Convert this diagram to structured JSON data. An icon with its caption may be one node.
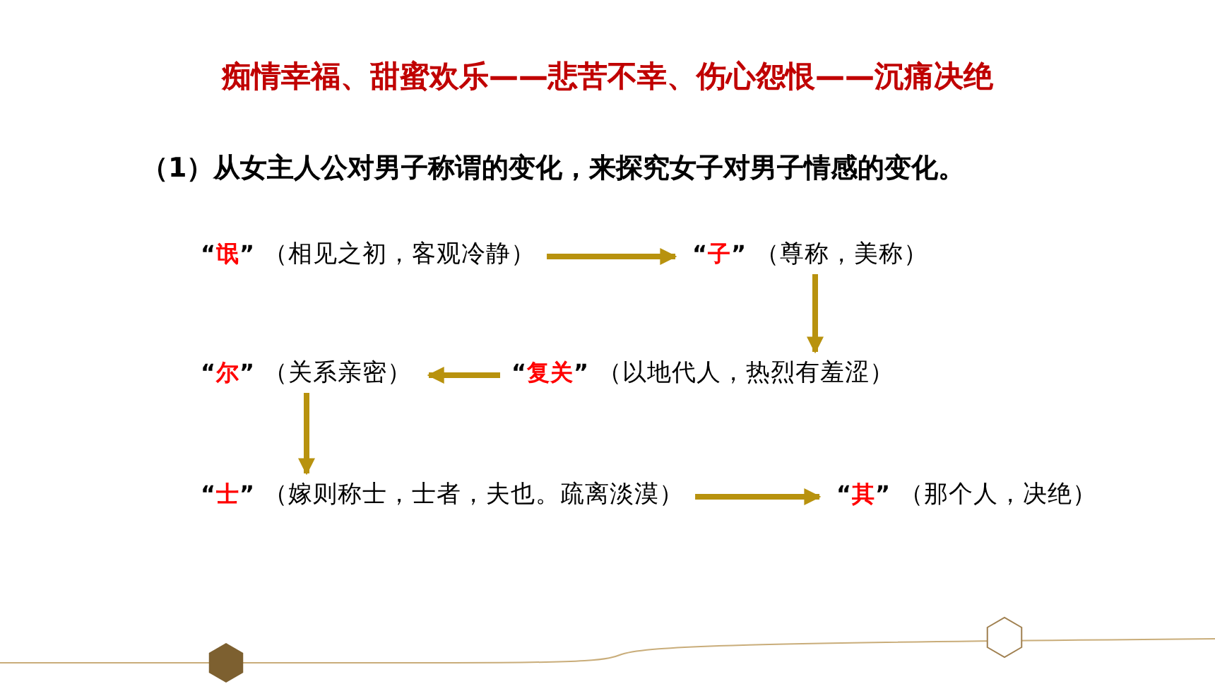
{
  "diagram": {
    "title": "痴情幸福、甜蜜欢乐——悲苦不幸、伤心怨恨——沉痛决绝",
    "nodes": [
      {
        "text": [
          "“氓”",
          "（相见之初，客观冷静）"
        ]
      },
      {
        "text": [
          "“子”",
          "（尊称，美称）"
        ]
      },
      {
        "text": [
          "“复关”",
          "（以地代人，热烈有羞涩）"
        ]
      },
      {
        "text": [
          "“尔”",
          "（关系亲密）"
        ]
      },
      {
        "text": [
          "“士”",
          "（嫁则称士，士者，夫也。疏离淡漠）"
        ]
      },
      {
        "text": [
          "“其”",
          "（那个人，决绝）"
        ]
      }
    ],
    "edges": [
      {
        "from": 0,
        "to": 1,
        "arrow": "to"
      },
      {
        "from": 1,
        "to": 2,
        "arrow": "to"
      },
      {
        "from": 2,
        "to": 3,
        "arrow": "to"
      },
      {
        "from": 3,
        "to": 4,
        "arrow": "to"
      },
      {
        "from": 4,
        "to": 5,
        "arrow": "to"
      }
    ],
    "labels": [
      "（1）从女主人公对男子称谓的变化，来探究女子对男子情感的变化。"
    ]
  }
}
